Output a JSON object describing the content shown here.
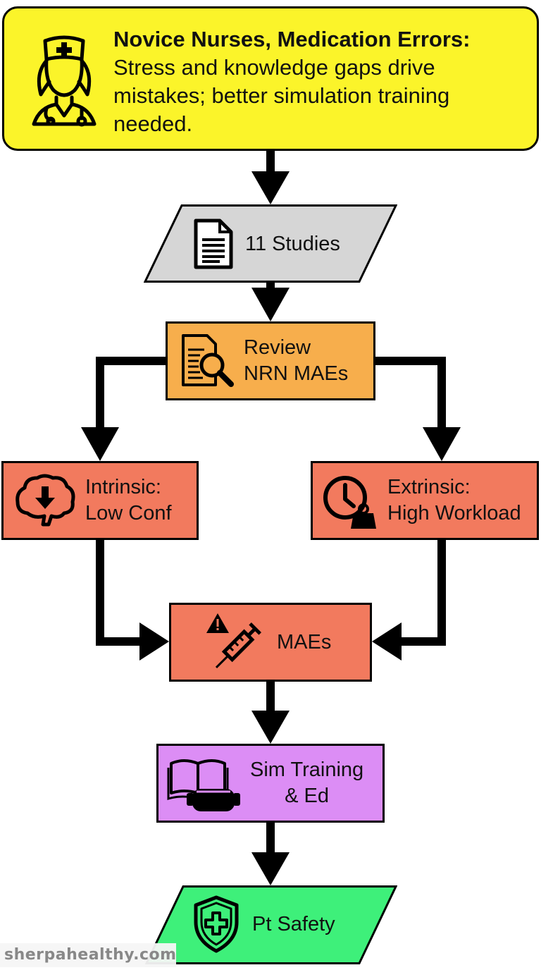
{
  "header": {
    "title": "Novice Nurses, Medication Errors:",
    "body": "Stress and knowledge gaps drive mistakes; better simulation training needed.",
    "icon": "nurse-icon",
    "color": "#fbf42a"
  },
  "nodes": {
    "studies": {
      "label": "11 Studies",
      "icon": "document-icon",
      "color": "#d6d6d6"
    },
    "review": {
      "line1": "Review",
      "line2": "NRN MAEs",
      "icon": "document-search-icon",
      "color": "#f7ae4c"
    },
    "intrinsic": {
      "line1": "Intrinsic:",
      "line2": "Low Conf",
      "icon": "brain-down-arrow-icon",
      "color": "#f27a5e"
    },
    "extrinsic": {
      "line1": "Extrinsic:",
      "line2": "High Workload",
      "icon": "clock-weight-icon",
      "color": "#f27a5e"
    },
    "maes": {
      "label": "MAEs",
      "icon": "warning-syringe-icon",
      "color": "#f27a5e"
    },
    "sim": {
      "line1": "Sim Training",
      "line2": "& Ed",
      "icon": "book-vr-headset-icon",
      "color": "#dc8df5"
    },
    "safety": {
      "label": "Pt Safety",
      "icon": "shield-cross-icon",
      "color": "#3ef07a"
    }
  },
  "watermark": "sherpahealthy.com"
}
